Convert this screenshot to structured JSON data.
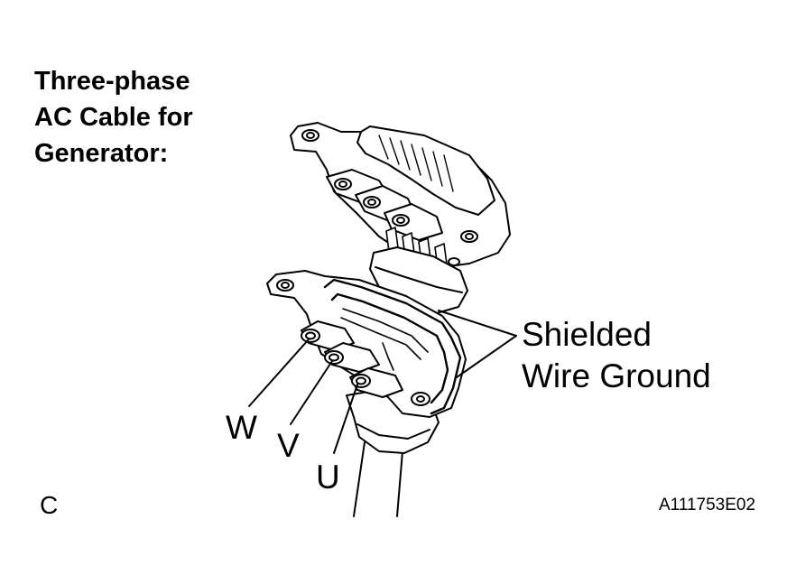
{
  "title_lines": [
    "Three-phase",
    "AC Cable for",
    "Generator:"
  ],
  "callout_lines": [
    "Shielded",
    "Wire Ground"
  ],
  "phase_labels": {
    "w": "W",
    "v": "V",
    "u": "U"
  },
  "section_letter": "C",
  "figure_id": "A111753E02"
}
